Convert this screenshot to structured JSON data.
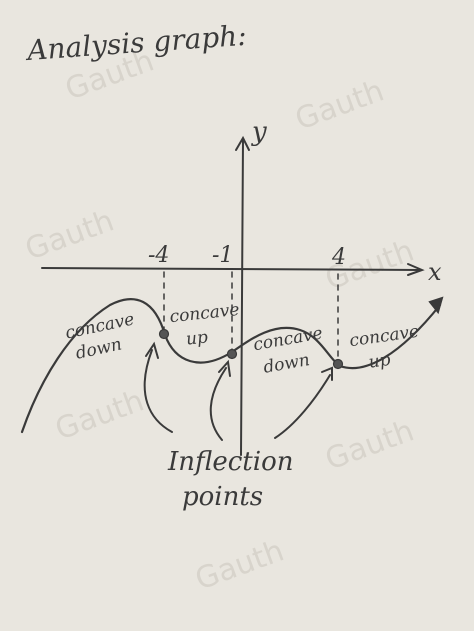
{
  "title": "Analysis graph:",
  "axes": {
    "y_label": "y",
    "x_label": "x"
  },
  "ticks": [
    {
      "id": "neg4",
      "text": "-4",
      "value": -4
    },
    {
      "id": "neg1",
      "text": "-1",
      "value": -1
    },
    {
      "id": "pos4",
      "text": "4",
      "value": 4
    }
  ],
  "regions": [
    {
      "id": "r1",
      "line1": "concave",
      "line2": "down"
    },
    {
      "id": "r2",
      "line1": "concave",
      "line2": "up"
    },
    {
      "id": "r3",
      "line1": "concave",
      "line2": "down"
    },
    {
      "id": "r4",
      "line1": "concave",
      "line2": "up"
    }
  ],
  "callout": {
    "line1": "Inflection",
    "line2": "points"
  },
  "watermark": "Gauth",
  "colors": {
    "paper": "#e9e6df",
    "ink": "#3a3a3a",
    "watermark": "#d8d4cc"
  }
}
